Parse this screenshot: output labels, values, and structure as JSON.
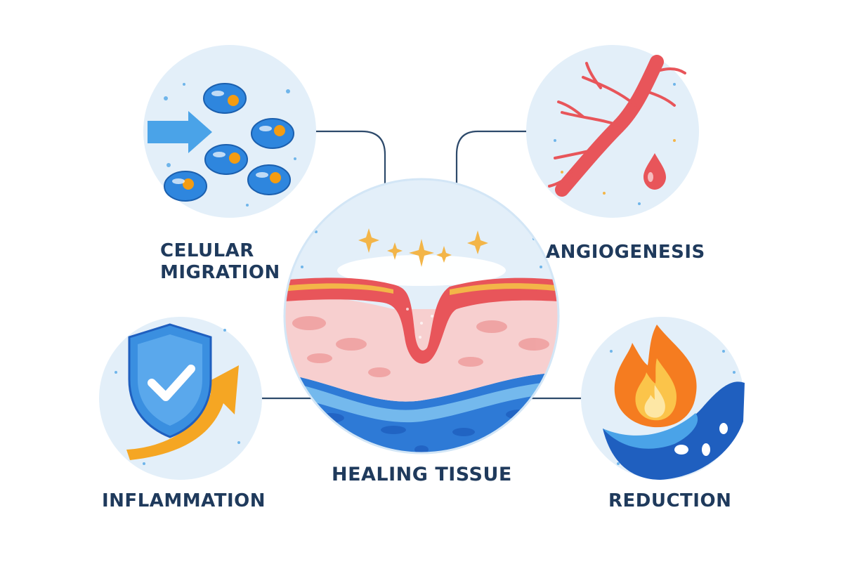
{
  "diagram": {
    "center": {
      "label": "HEALING TISSUE"
    },
    "nodes": [
      {
        "id": "cellular-migration",
        "label_lines": [
          "CELULAR",
          "MIGRATION"
        ],
        "icon": "cells-with-arrow-icon"
      },
      {
        "id": "angiogenesis",
        "label_lines": [
          "ANGIOGENESIS"
        ],
        "icon": "blood-vessel-icon"
      },
      {
        "id": "inflammation",
        "label_lines": [
          "INFLAMMATION"
        ],
        "icon": "shield-check-icon"
      },
      {
        "id": "reduction",
        "label_lines": [
          "REDUCTION"
        ],
        "icon": "flame-wave-icon"
      }
    ]
  },
  "colors": {
    "text": "#1f3a5c",
    "connector": "#2d4a6b",
    "circle_bg": "#e3eff9",
    "cell_blue": "#2e86de",
    "cell_nucleus": "#f39c12",
    "vessel_red": "#e8555a",
    "shield_blue": "#3a8fe0",
    "arrow_orange": "#f5a623",
    "flame_orange": "#f57c20",
    "water_blue": "#1f5fbf"
  }
}
